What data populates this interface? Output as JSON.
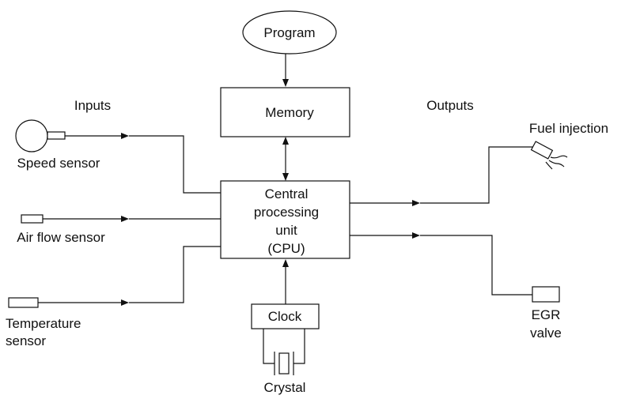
{
  "diagram": {
    "program": "Program",
    "memory": "Memory",
    "cpu": {
      "line1": "Central",
      "line2": "processing",
      "line3": "unit",
      "line4": "(CPU)"
    },
    "clock": "Clock",
    "crystal": "Crystal",
    "inputs_heading": "Inputs",
    "outputs_heading": "Outputs",
    "speed_sensor": "Speed sensor",
    "air_flow_sensor": "Air flow sensor",
    "temperature_sensor": {
      "line1": "Temperature",
      "line2": "sensor"
    },
    "fuel_injection": "Fuel injection",
    "egr_valve": {
      "line1": "EGR",
      "line2": "valve"
    }
  }
}
